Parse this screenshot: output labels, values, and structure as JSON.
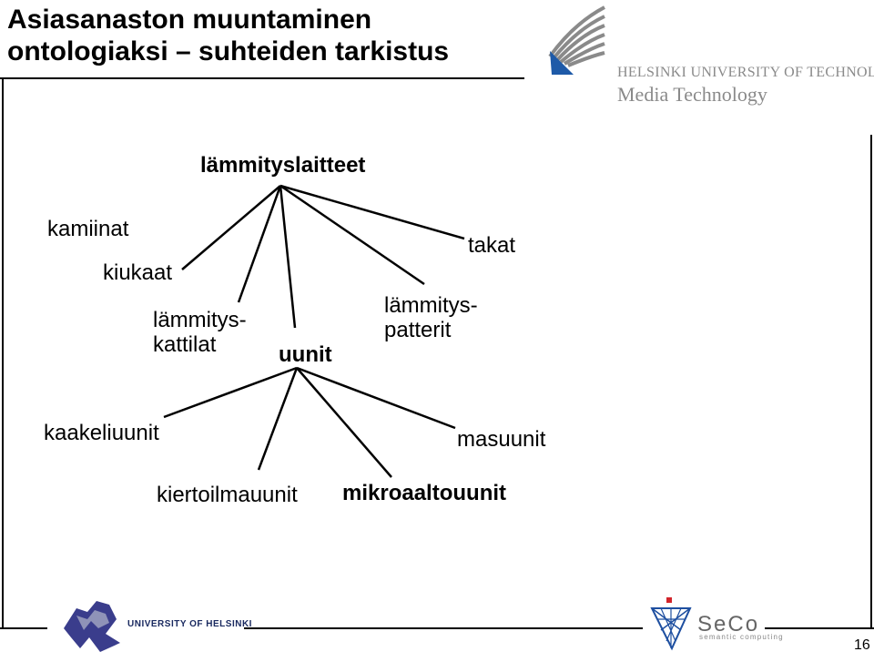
{
  "slide": {
    "title_line1": "Asiasanaston muuntaminen",
    "title_line2": "ontologiaksi – suhteiden tarkistus",
    "page_number": "16"
  },
  "logos": {
    "hut_line1": "HELSINKI UNIVERSITY OF TECHNOLOGY",
    "hut_line2": "Media Technology",
    "uh_label": "UNIVERSITY OF HELSINKI",
    "seco_word": "SeCo",
    "seco_sub": "semantic computing"
  },
  "diagram": {
    "root": "lämmityslaitteet",
    "children": {
      "kamiinat": "kamiinat",
      "kiukaat": "kiukaat",
      "lammityskattilat_line1": "lämmitys-",
      "lammityskattilat_line2": "kattilat",
      "uunit": "uunit",
      "lammityspatterit_line1": "lämmitys-",
      "lammityspatterit_line2": "patterit",
      "takat": "takat"
    },
    "uunit_children": {
      "kaakeliuunit": "kaakeliuunit",
      "kiertoilmauunit": "kiertoilmauunit",
      "mikroaaltouunit": "mikroaaltouunit",
      "masuunit": "masuunit"
    }
  }
}
